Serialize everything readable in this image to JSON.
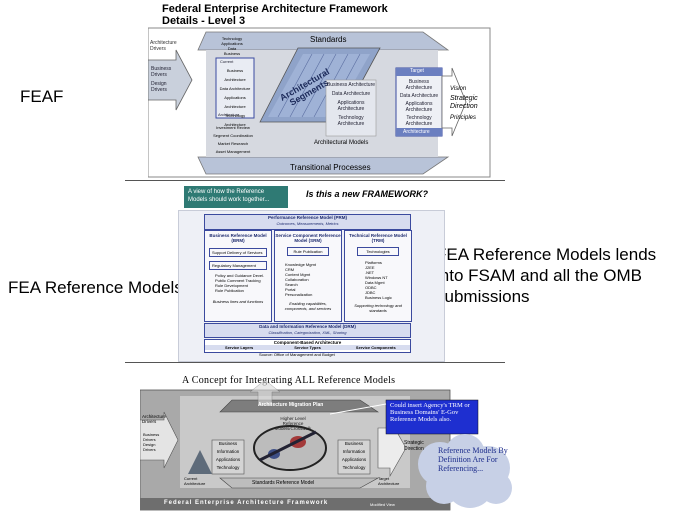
{
  "labels": {
    "feaf": "FEAF",
    "fea_ref_models": "FEA Reference Models",
    "fea_note": "FEA Reference Models lends into FSAM and all the OMB submissions"
  },
  "fig1": {
    "title_line1": "Federal Enterprise Architecture Framework",
    "title_line2": "Details - Level 3",
    "standards": "Standards",
    "transitional": "Transitional Processes",
    "arch_models": "Architectural Models",
    "arch_drivers": "Architecture Drivers",
    "business_drivers": "Business Drivers",
    "design_drivers": "Design Drivers",
    "current": "Current",
    "current_architecture": "Architecture",
    "target": "Target",
    "target_architecture": "Architecture",
    "left_top_items": [
      "Technology",
      "Applications",
      "Data",
      "Business"
    ],
    "left_current_items": [
      "Business Architecture",
      "Data Architecture",
      "Applications Architecture",
      "Technology Architecture"
    ],
    "left_bottom_items": [
      "Investment Review",
      "Segment Coordination",
      "Market Research",
      "Asset Management"
    ],
    "center_items": [
      "Business Architecture",
      "Data Architecture",
      "Applications Architecture",
      "Technology Architecture"
    ],
    "segments": "Architectural Segments",
    "target_items": [
      "Business Architecture",
      "Data Architecture",
      "Applications Architecture",
      "Technology Architecture"
    ],
    "vision": "Vision",
    "strategic_direction": "Strategic Direction",
    "principles": "Principles"
  },
  "fig2": {
    "banner": "A view of how the Reference Models should work together...",
    "question": "Is this a new FRAMEWORK?",
    "prm_title": "Performance Reference Model (PRM)",
    "prm_sub": "Outcomes, Measurements, Metrics",
    "brm_title": "Business Reference Model (BRM)",
    "srm_title": "Service Component Reference Model (SRM)",
    "trm_title": "Technical Reference Model (TRM)",
    "brm_boxes": [
      "Support Delivery of Services",
      "Regulatory Management"
    ],
    "brm_list": [
      "Policy and Guidance Devel.",
      "Public Comment Tracking",
      "Rule Development",
      "Rule Publication"
    ],
    "brm_caption": "Business lines and functions",
    "srm_box": "Rule Publication",
    "srm_list": [
      "Knowledge Mgmt",
      "CRM",
      "Content Mgmt",
      "Collaboration",
      "Search",
      "Portal",
      "Personalization"
    ],
    "srm_caption": "Enabling capabilities, components, and services",
    "trm_box": "Technologies",
    "trm_list": [
      "Platforms",
      "J2EE",
      ".NET",
      "Windows NT",
      "Data Mgmt",
      "ODBC",
      "JDBC",
      "Business Logic"
    ],
    "trm_caption": "Supporting technology and standards",
    "drm_title": "Data and Information Reference Model (DRM)",
    "drm_sub": "Classification, Categorization, XML, Sharing",
    "cba_title": "Component-Based Architecture",
    "cba_cols": [
      "Service Layers",
      "Service Types",
      "Service Components"
    ],
    "source": "Source: Office of Management and Budget"
  },
  "fig3": {
    "title": "A Concept for Integrating ALL Reference Models",
    "migration": "Architecture Migration Plan",
    "standards_ref": "Standards Reference Model",
    "footer": "Federal Enterprise Architecture Framework",
    "modified": "Modified View",
    "arch_drivers": "Architecture Drivers",
    "business_drivers": "Business Drivers",
    "design_drivers": "Design Drivers",
    "left_items": [
      "Business",
      "Information",
      "Applications",
      "Technology"
    ],
    "right_items": [
      "Business",
      "Information",
      "Applications",
      "Technology"
    ],
    "current": "Current Architecture",
    "target": "Target Architecture",
    "strategic": "Strategic Direction",
    "higher_level": "Higher Level Reference Models/Crosswalk",
    "callout": "Could insert Agency's TRM or Business Domains' E-Gov Reference Models also.",
    "cloud": "Reference Models By Definition Are For Referencing..."
  }
}
